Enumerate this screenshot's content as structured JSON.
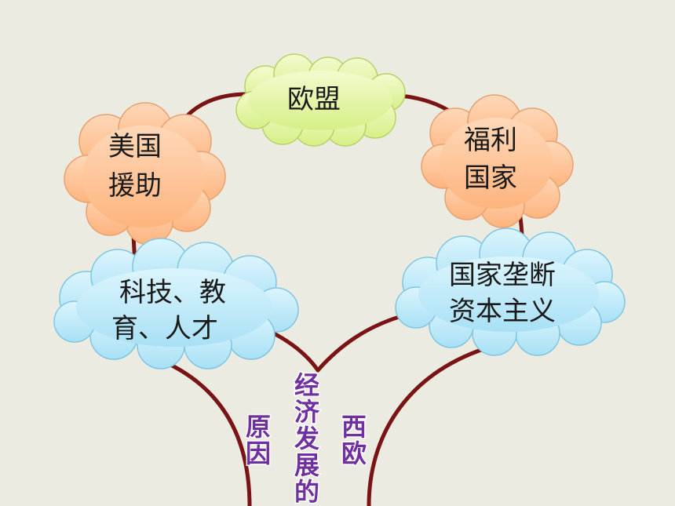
{
  "nodes": {
    "eu": {
      "line1": "欧盟"
    },
    "us_aid": {
      "line1": "美国",
      "line2": "援助"
    },
    "welfare": {
      "line1": "福利",
      "line2": "国家"
    },
    "tech": {
      "line1": "科技、教",
      "line2": "育、人才"
    },
    "monopoly": {
      "line1": "国家垄断",
      "line2": "资本主义"
    }
  },
  "labels": {
    "left": [
      "原",
      "因"
    ],
    "middle": [
      "经",
      "济",
      "发",
      "展",
      "的"
    ],
    "right": [
      "西",
      "欧"
    ]
  },
  "colors": {
    "background": "#ecebe1",
    "branch": "#7a1414",
    "green_cloud": "#e6f7a9",
    "orange_cloud": "#ffc99c",
    "blue_cloud": "#bfeaf8",
    "label_text": "#7030a0"
  }
}
